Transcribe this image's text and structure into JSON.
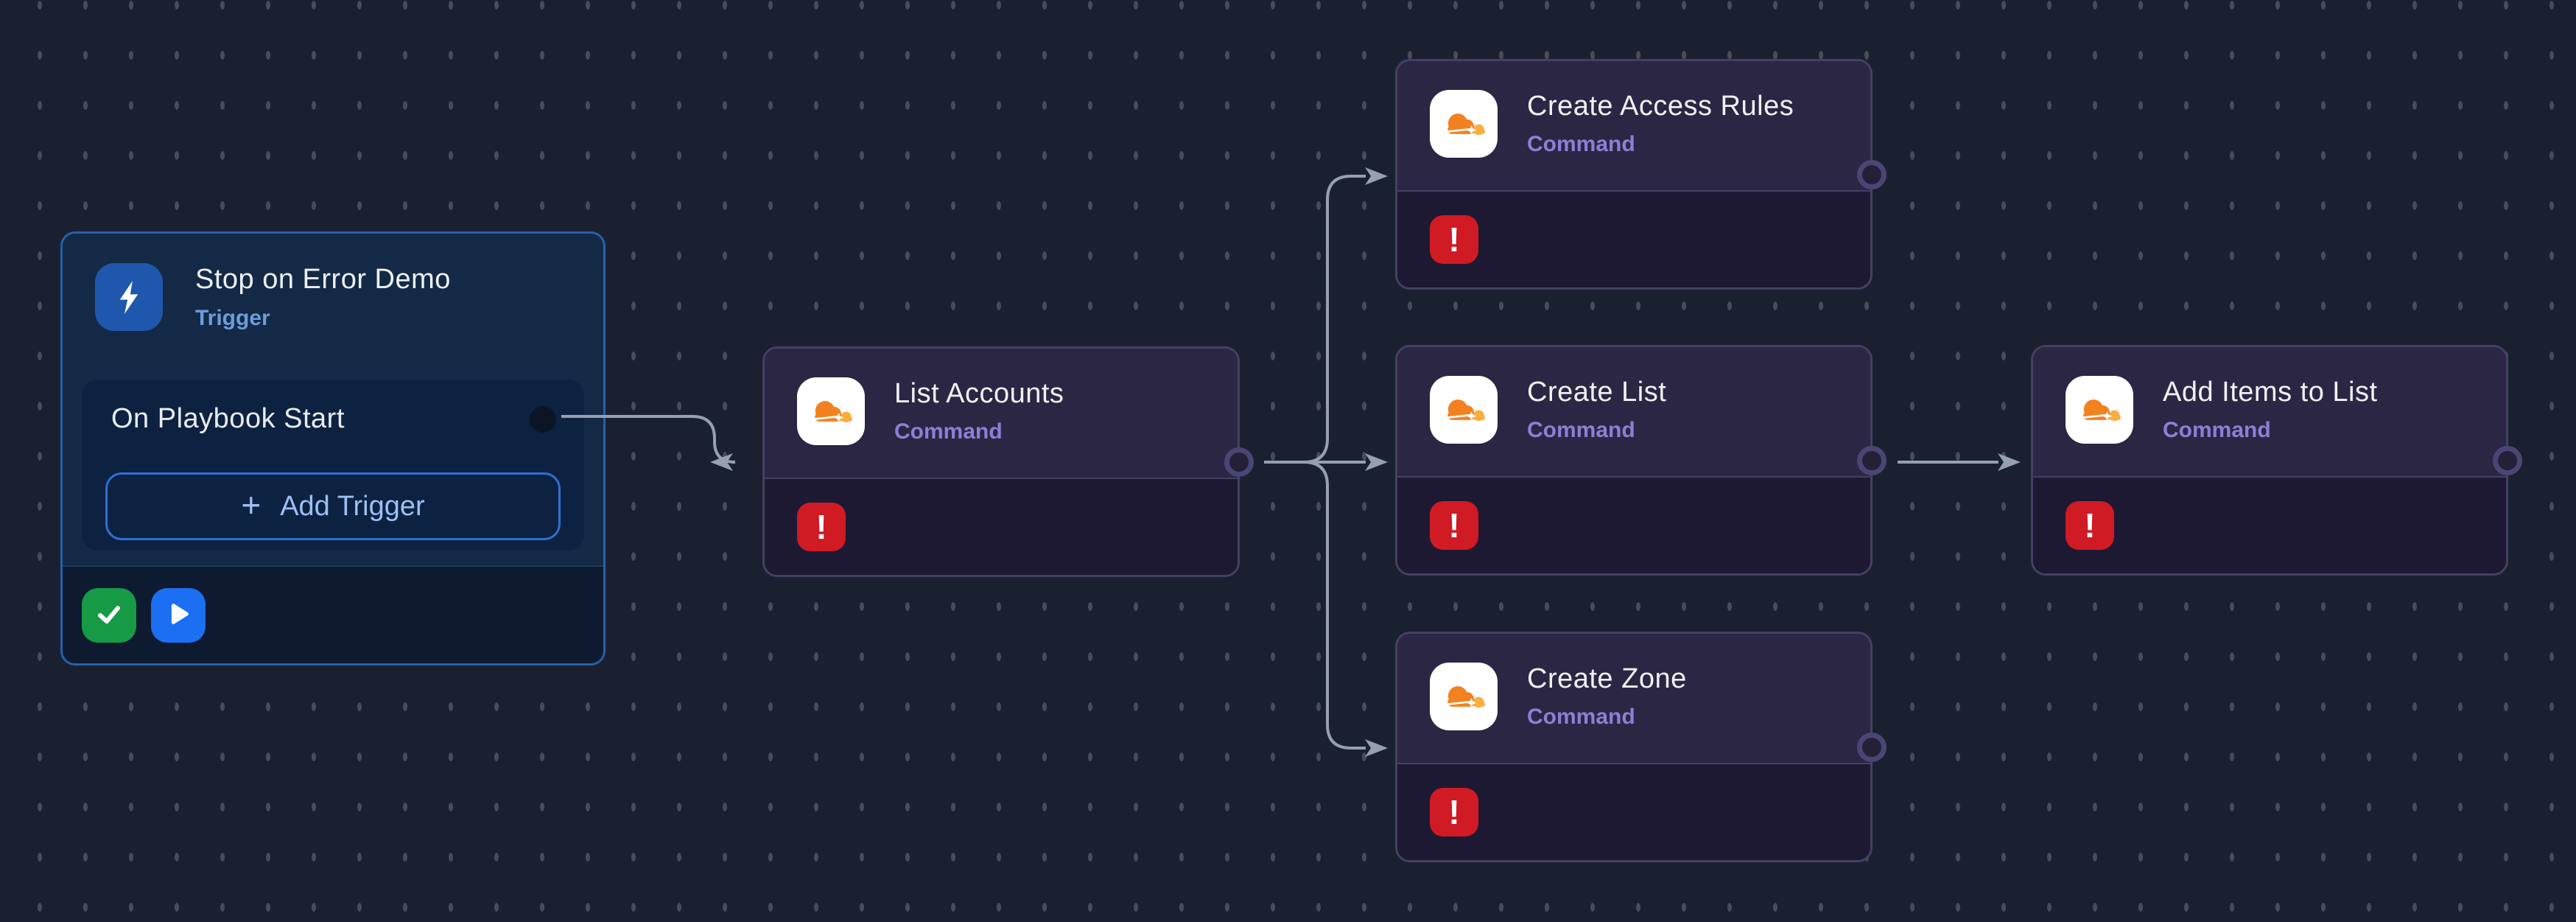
{
  "canvas": {
    "background_color": "#1b2030",
    "grid_dot_color": "#474c58",
    "wire_color": "#95a0b0"
  },
  "trigger": {
    "title": "Stop on Error Demo",
    "type_label": "Trigger",
    "row_label": "On Playbook Start",
    "plus_glyph": "+",
    "add_button_label": "Add Trigger",
    "accent_color": "#2e6fd6",
    "icon": "lightning-bolt-icon",
    "enabled_button_color": "#169a45",
    "run_button_color": "#1c6ff2"
  },
  "commands": [
    {
      "id": "list-accounts",
      "title": "List Accounts",
      "type_label": "Command",
      "error_glyph": "!",
      "icon": "cloudflare-icon"
    },
    {
      "id": "create-access-rules",
      "title": "Create Access Rules",
      "type_label": "Command",
      "error_glyph": "!",
      "icon": "cloudflare-icon"
    },
    {
      "id": "create-list",
      "title": "Create List",
      "type_label": "Command",
      "error_glyph": "!",
      "icon": "cloudflare-icon"
    },
    {
      "id": "create-zone",
      "title": "Create Zone",
      "type_label": "Command",
      "error_glyph": "!",
      "icon": "cloudflare-icon"
    },
    {
      "id": "add-items-to-list",
      "title": "Add Items to List",
      "type_label": "Command",
      "error_glyph": "!",
      "icon": "cloudflare-icon"
    }
  ],
  "status_colors": {
    "error_badge": "#d01a24",
    "command_label": "#8b80d6",
    "trigger_label": "#6d9cda"
  }
}
